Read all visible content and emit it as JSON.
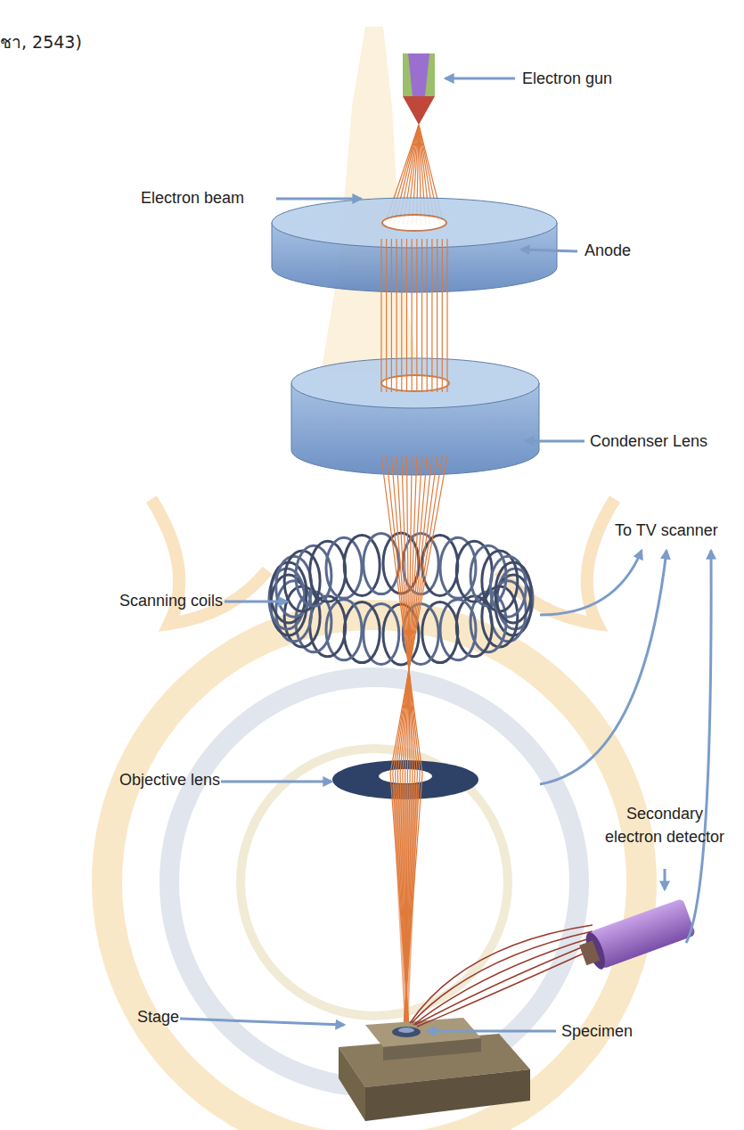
{
  "diagram": {
    "labels": [
      "ชา, 2543)",
      "Electron gun",
      "Electron beam",
      "Anode",
      "Condenser Lens",
      "To TV scanner",
      "Scanning coils",
      "Objective lens",
      "Secondary electron detector",
      "Stage",
      "Specimen"
    ]
  }
}
